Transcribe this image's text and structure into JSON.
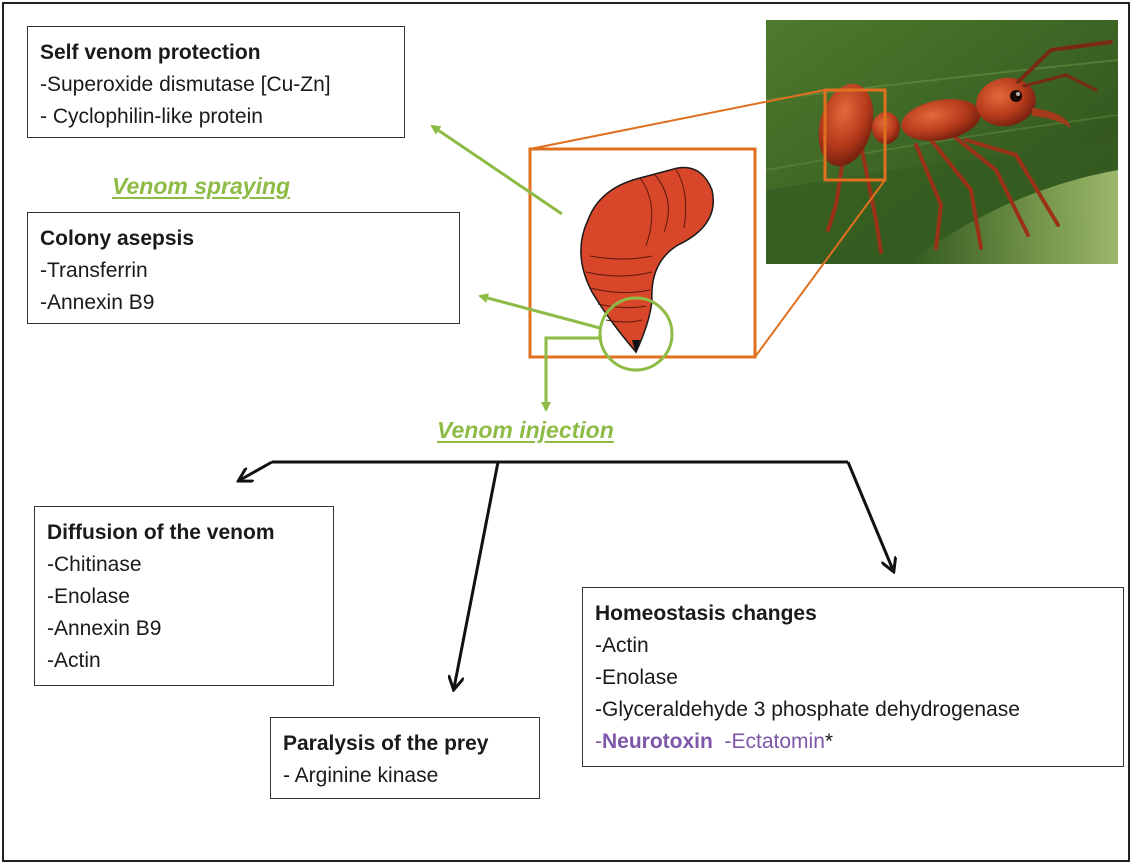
{
  "boxes": {
    "self_venom": {
      "title": "Self venom protection",
      "items": [
        "-Superoxide dismutase [Cu-Zn]",
        "- Cyclophilin-like protein"
      ]
    },
    "colony": {
      "title": "Colony asepsis",
      "items": [
        "-Transferrin",
        "-Annexin B9"
      ]
    },
    "diffusion": {
      "title": "Diffusion of the venom",
      "items": [
        "-Chitinase",
        "-Enolase",
        "-Annexin B9",
        "-Actin"
      ]
    },
    "paralysis": {
      "title": "Paralysis of the prey",
      "items": [
        "- Arginine kinase"
      ]
    },
    "homeostasis": {
      "title": "Homeostasis changes",
      "items": [
        "-Actin",
        "-Enolase",
        "-Glyceraldehyde 3 phosphate dehydrogenase"
      ],
      "last_prefix": "-",
      "neurotoxin": "Neurotoxin",
      "ectatomin": "-Ectatomin",
      "asterisk": "*"
    }
  },
  "labels": {
    "venom_spraying": "Venom spraying",
    "venom_injection": "Venom injection"
  },
  "colors": {
    "green": "#8dbb45",
    "orange": "#e0701f",
    "gland": "#d8472a",
    "purple": "#7e57a8"
  },
  "image": {
    "subject": "ant-photo"
  }
}
